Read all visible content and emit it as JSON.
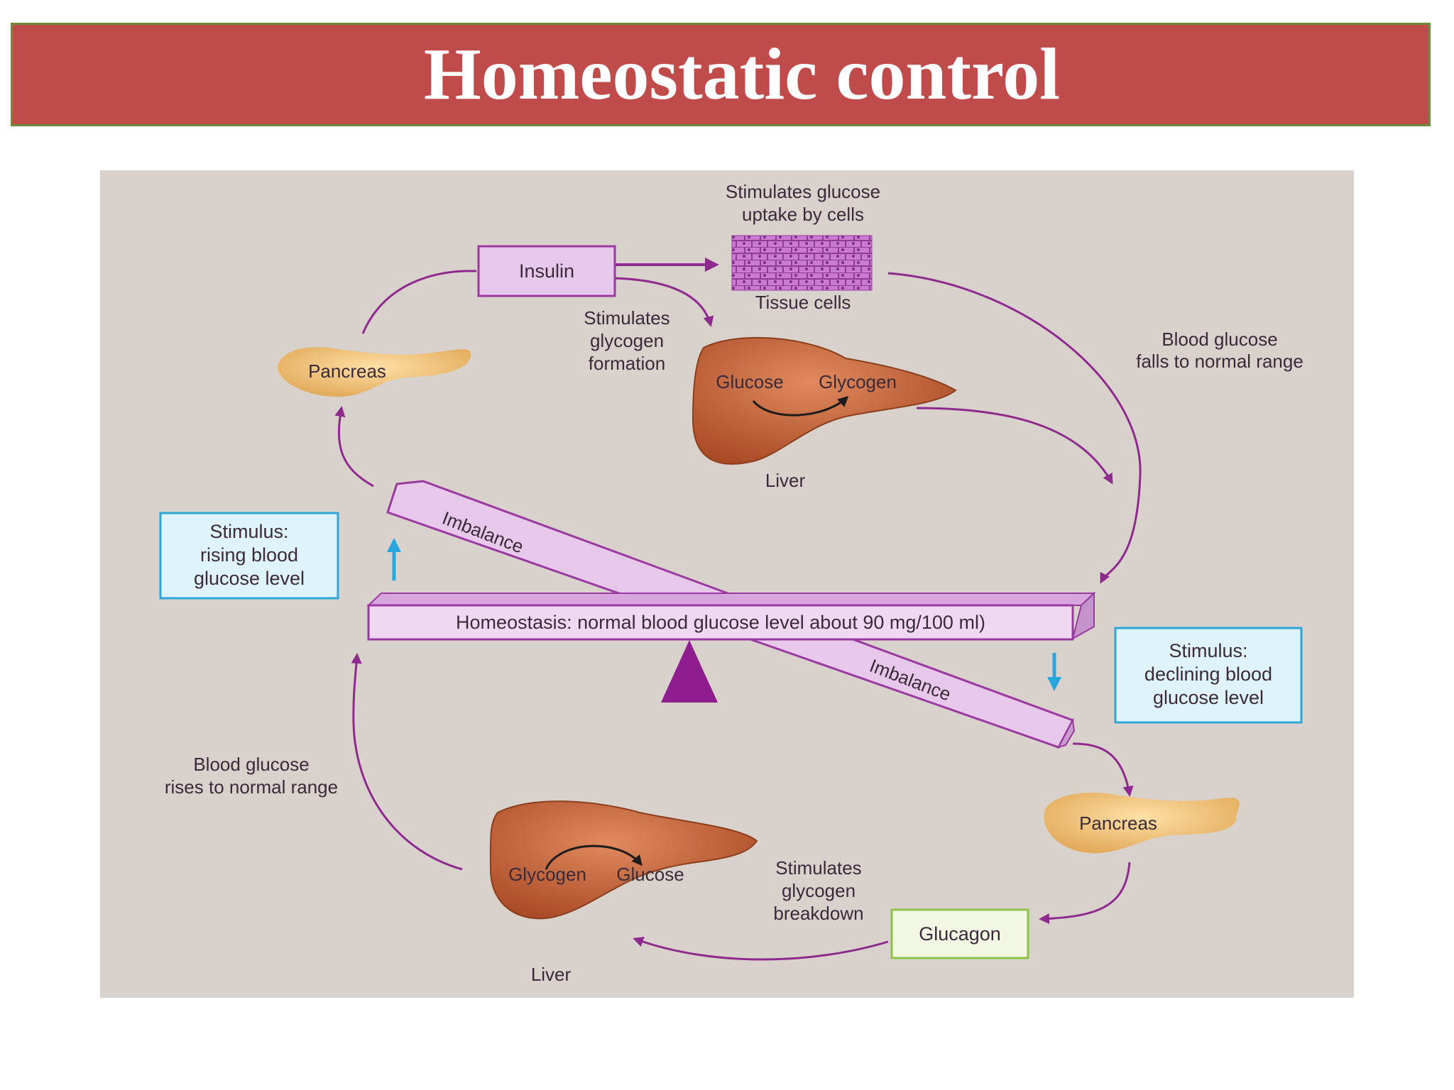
{
  "title": "Homeostatic control",
  "labels": {
    "insulin": "Insulin",
    "glucagon": "Glucagon",
    "stim_uptake_1": "Stimulates glucose",
    "stim_uptake_2": "uptake by cells",
    "tissue_cells": "Tissue cells",
    "stim_formation_1": "Stimulates",
    "stim_formation_2": "glycogen",
    "stim_formation_3": "formation",
    "pancreas_top": "Pancreas",
    "pancreas_bottom": "Pancreas",
    "liver_top": "Liver",
    "liver_bottom": "Liver",
    "liver_top_glucose": "Glucose",
    "liver_top_glycogen": "Glycogen",
    "liver_bottom_glycogen": "Glycogen",
    "liver_bottom_glucose": "Glucose",
    "falls_1": "Blood glucose",
    "falls_2": "falls to normal range",
    "rises_1": "Blood glucose",
    "rises_2": "rises to normal range",
    "stim_breakdown_1": "Stimulates",
    "stim_breakdown_2": "glycogen",
    "stim_breakdown_3": "breakdown",
    "stimulus_rising_1": "Stimulus:",
    "stimulus_rising_2": "rising blood",
    "stimulus_rising_3": "glucose level",
    "stimulus_declining_1": "Stimulus:",
    "stimulus_declining_2": "declining blood",
    "stimulus_declining_3": "glucose level",
    "homeostasis": "Homeostasis: normal blood glucose level about 90 mg/100 ml)",
    "imbalance_top": "Imbalance",
    "imbalance_bottom": "Imbalance"
  },
  "colors": {
    "title_bg": "#c04b4b",
    "title_border": "#6f8b3a",
    "diagram_bg": "#d9d2cc",
    "arrow_purple": "#8e2a8e",
    "bar_fill": "#e8c8ea",
    "bar_stroke": "#9a3aa0",
    "stimulus_box_fill": "#dff3fb",
    "stimulus_box_stroke": "#2ea7d6",
    "glucagon_box_fill": "#f1f7e2",
    "glucagon_box_stroke": "#8cc44a",
    "liver": "#c0633a",
    "pancreas": "#f1c47e",
    "cue_arrow": "#27a6e0"
  }
}
